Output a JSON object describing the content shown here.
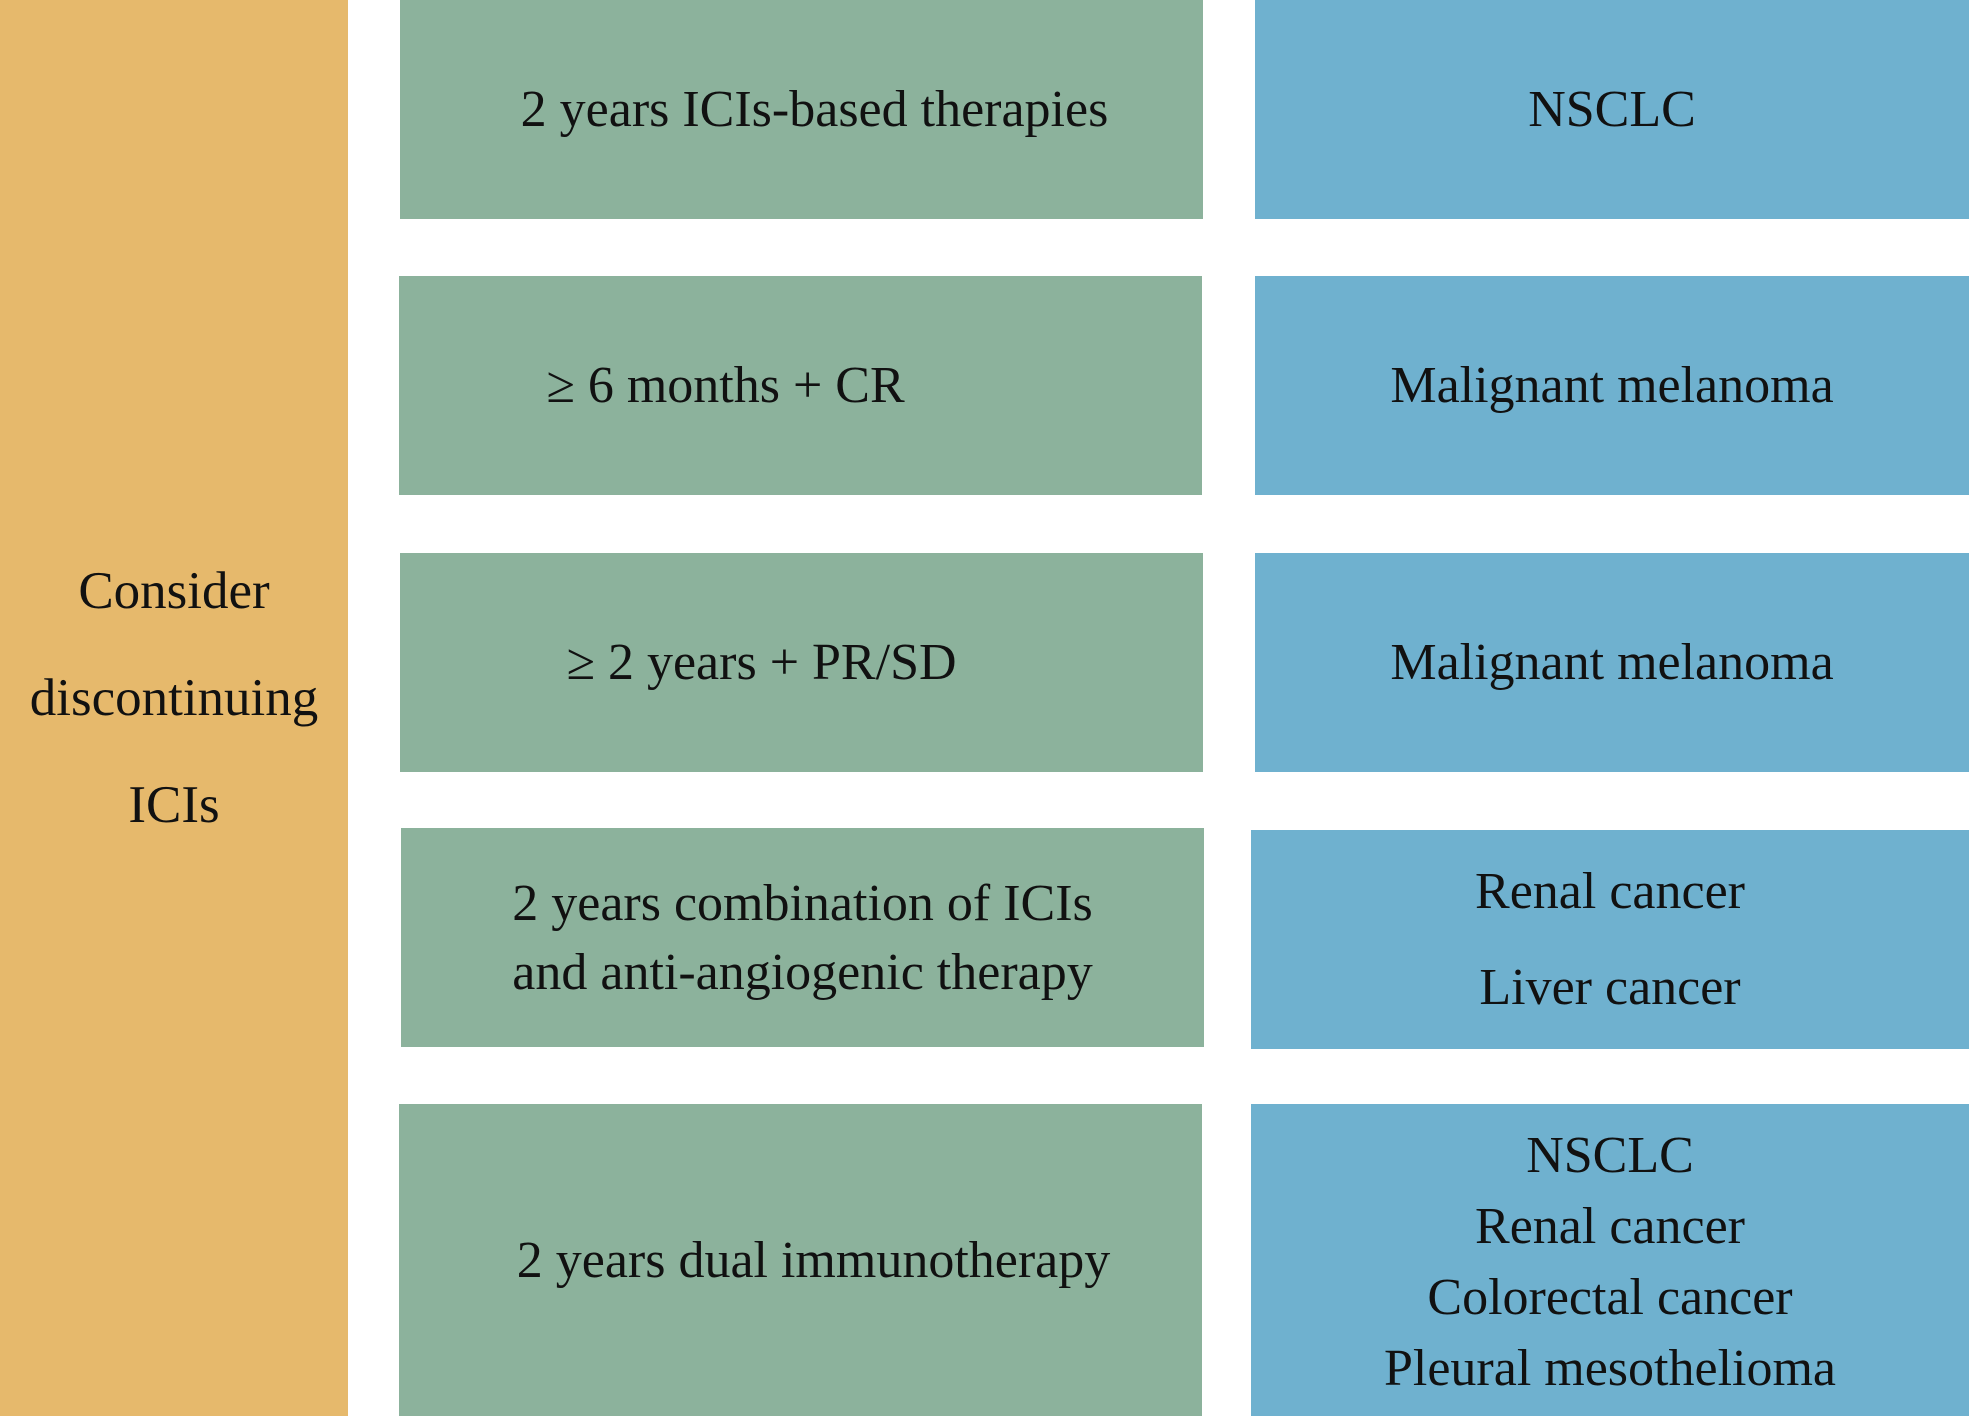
{
  "action": {
    "lines": [
      "Consider",
      "discontinuing",
      "ICIs"
    ]
  },
  "rows": [
    {
      "condition": [
        "2 years ICIs-based therapies"
      ],
      "cancers": [
        "NSCLC"
      ]
    },
    {
      "condition": [
        "≥ 6 months + CR"
      ],
      "cancers": [
        "Malignant melanoma"
      ]
    },
    {
      "condition": [
        "≥ 2 years + PR/SD"
      ],
      "cancers": [
        "Malignant melanoma"
      ]
    },
    {
      "condition": [
        "2 years combination of ICIs",
        "and anti-angiogenic therapy"
      ],
      "cancers": [
        "Renal cancer",
        "Liver cancer"
      ]
    },
    {
      "condition": [
        "2 years dual immunotherapy"
      ],
      "cancers": [
        "NSCLC",
        "Renal cancer",
        "Colorectal cancer",
        "Pleural mesothelioma"
      ]
    }
  ],
  "colors": {
    "action_box": "#e6b96c",
    "condition_box": "#8cb29c",
    "cancer_box": "#6fb1cf"
  }
}
